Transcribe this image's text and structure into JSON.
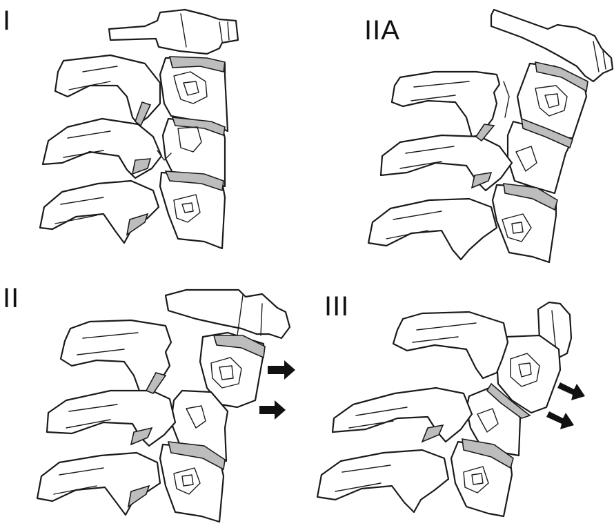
{
  "panels": [
    {
      "id": "I",
      "label": "I"
    },
    {
      "id": "IIA",
      "label": "IIA"
    },
    {
      "id": "II",
      "label": "II"
    },
    {
      "id": "III",
      "label": "III"
    }
  ],
  "colors": {
    "outline": "#1a1a1a",
    "disc": "#bdbdbd",
    "arrow": "#111111",
    "background": "#ffffff"
  }
}
